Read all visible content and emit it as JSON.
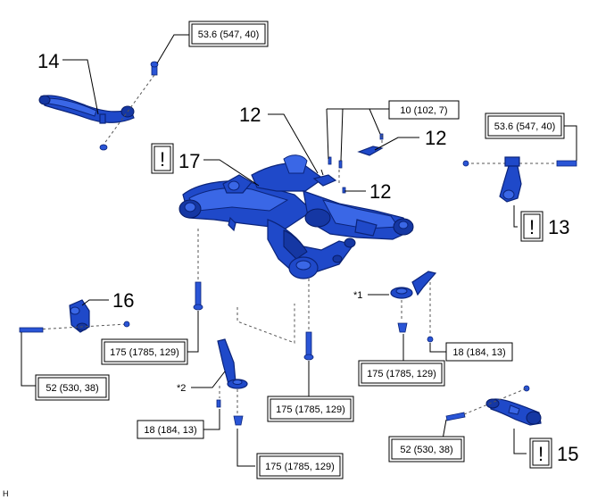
{
  "callouts": {
    "n12a": "12",
    "n12b": "12",
    "n12c": "12",
    "n13": "13",
    "n14": "14",
    "n15": "15",
    "n16": "16",
    "n17": "17",
    "star1": "*1",
    "star2": "*2"
  },
  "torques": {
    "t14": "53.6 (547, 40)",
    "t13": "53.6 (547, 40)",
    "t12": "10 (102, 7)",
    "t16": "52 (530, 38)",
    "t17_left": "175 (1785, 129)",
    "t17_center": "175 (1785, 129)",
    "t1_bolt": "175 (1785, 129)",
    "t1_small": "18 (184, 13)",
    "t2_small": "18 (184, 13)",
    "t2_bolt": "175 (1785, 129)",
    "t15": "52 (530, 38)"
  },
  "warning_symbol": "!",
  "footer": {
    "code": "H"
  },
  "colors": {
    "part_blue": "#1f49c9",
    "part_light": "#3a67e6",
    "outline": "#0b247a",
    "leader": "#000000",
    "dashed": "#555555"
  }
}
